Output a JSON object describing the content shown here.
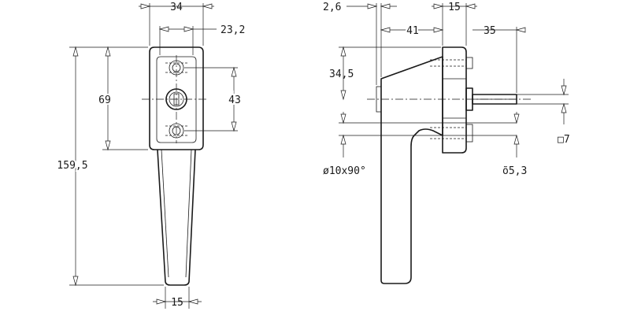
{
  "front_view": {
    "width_top": "34",
    "width_body": "23,2",
    "height_base": "69",
    "hole_pitch": "43",
    "total_length": "159,5",
    "tip_width": "15"
  },
  "side_view": {
    "flange_thickness": "2,6",
    "body_depth": "41",
    "base_depth": "15",
    "spindle_length": "35",
    "offset": "34,5",
    "countersink": "ø10x90°",
    "hole_dia": "õ5,3",
    "square": "□7"
  }
}
